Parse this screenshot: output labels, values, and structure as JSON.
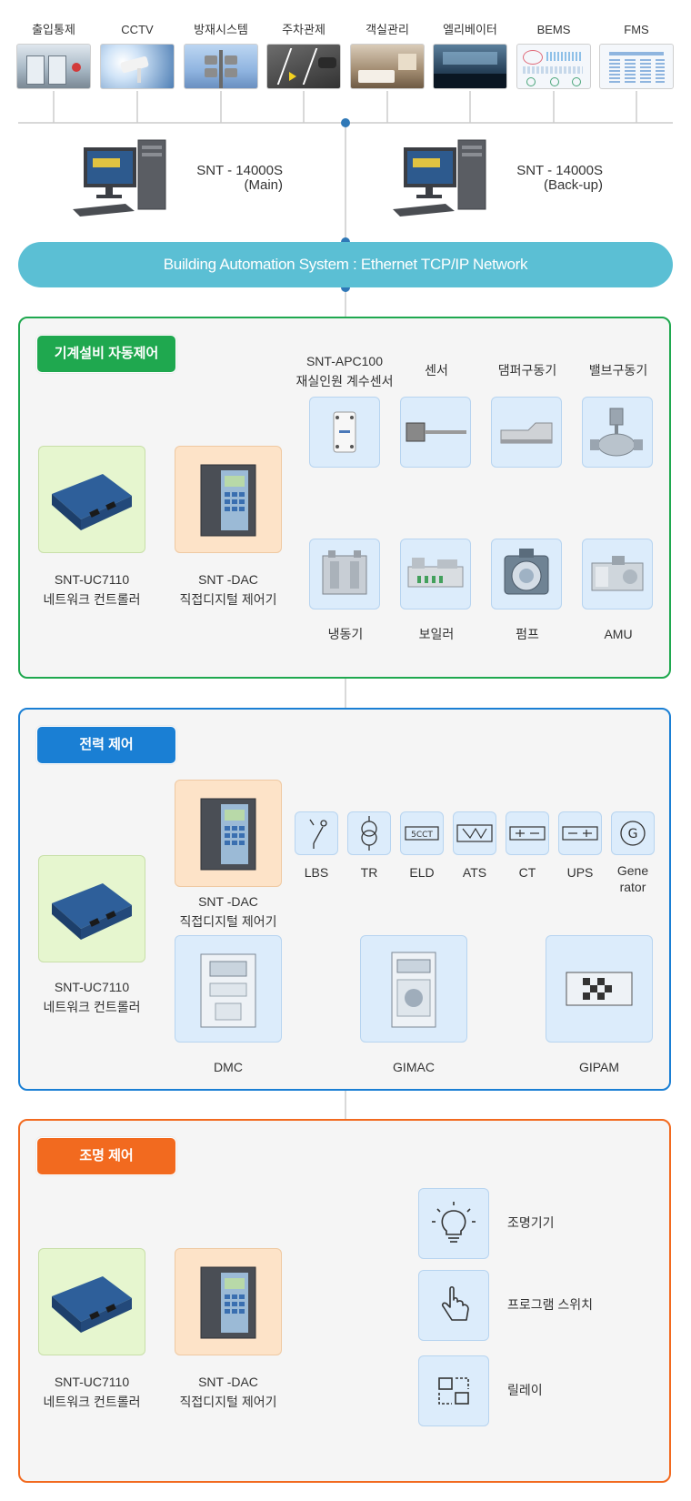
{
  "top_systems": [
    {
      "label": "출입통제",
      "icon": "access-control-photo"
    },
    {
      "label": "CCTV",
      "icon": "cctv-photo"
    },
    {
      "label": "방재시스템",
      "icon": "disaster-prevention-photo"
    },
    {
      "label": "주차관제",
      "icon": "parking-photo"
    },
    {
      "label": "객실관리",
      "icon": "room-management-photo"
    },
    {
      "label": "엘리베이터",
      "icon": "elevator-photo"
    },
    {
      "label": "BEMS",
      "icon": "bems-screen"
    },
    {
      "label": "FMS",
      "icon": "fms-screen"
    }
  ],
  "servers": {
    "main": {
      "model": "SNT - 14000S",
      "role": "(Main)"
    },
    "backup": {
      "model": "SNT - 14000S",
      "role": "(Back-up)"
    }
  },
  "network": {
    "label": "Building Automation System : Ethernet TCP/IP Network"
  },
  "colors": {
    "network_bar": "#5bbfd4",
    "mechanical": "#1fa84f",
    "power": "#1a7fd4",
    "lighting": "#f26a1f",
    "line": "#cccccc",
    "dot": "#2f78b7"
  },
  "mechanical": {
    "title": "기계설비 자동제어",
    "uc": {
      "name": "SNT-UC7110",
      "desc": "네트워크 컨트롤러"
    },
    "dac": {
      "name": "SNT -DAC",
      "desc": "직접디지털 제어기"
    },
    "apc": {
      "name": "SNT-APC100",
      "desc": "재실인원 계수센서"
    },
    "top_devices": [
      "센서",
      "댐퍼구동기",
      "밸브구동기"
    ],
    "bottom_devices": [
      "냉동기",
      "보일러",
      "펌프",
      "AMU"
    ]
  },
  "power": {
    "title": "전력 제어",
    "uc": {
      "name": "SNT-UC7110",
      "desc": "네트워크 컨트롤러"
    },
    "dac": {
      "name": "SNT -DAC",
      "desc": "직접디지털 제어기"
    },
    "elements": [
      {
        "label": "LBS",
        "symbol": "lbs-switch-icon"
      },
      {
        "label": "TR",
        "symbol": "transformer-icon"
      },
      {
        "label": "ELD",
        "symbol": "5CCT"
      },
      {
        "label": "ATS",
        "symbol": "ats-switch-icon"
      },
      {
        "label": "CT",
        "symbol": "ct-icon"
      },
      {
        "label": "UPS",
        "symbol": "ups-icon"
      },
      {
        "label": "Gene\nrator",
        "symbol": "G"
      }
    ],
    "meters": [
      "DMC",
      "GIMAC",
      "GIPAM"
    ]
  },
  "lighting": {
    "title": "조명 제어",
    "uc": {
      "name": "SNT-UC7110",
      "desc": "네트워크 컨트롤러"
    },
    "dac": {
      "name": "SNT -DAC",
      "desc": "직접디지털 제어기"
    },
    "outputs": [
      {
        "label": "조명기기",
        "icon": "light-bulb-icon"
      },
      {
        "label": "프로그램 스위치",
        "icon": "hand-pointer-icon"
      },
      {
        "label": "릴레이",
        "icon": "relay-icon"
      }
    ]
  }
}
